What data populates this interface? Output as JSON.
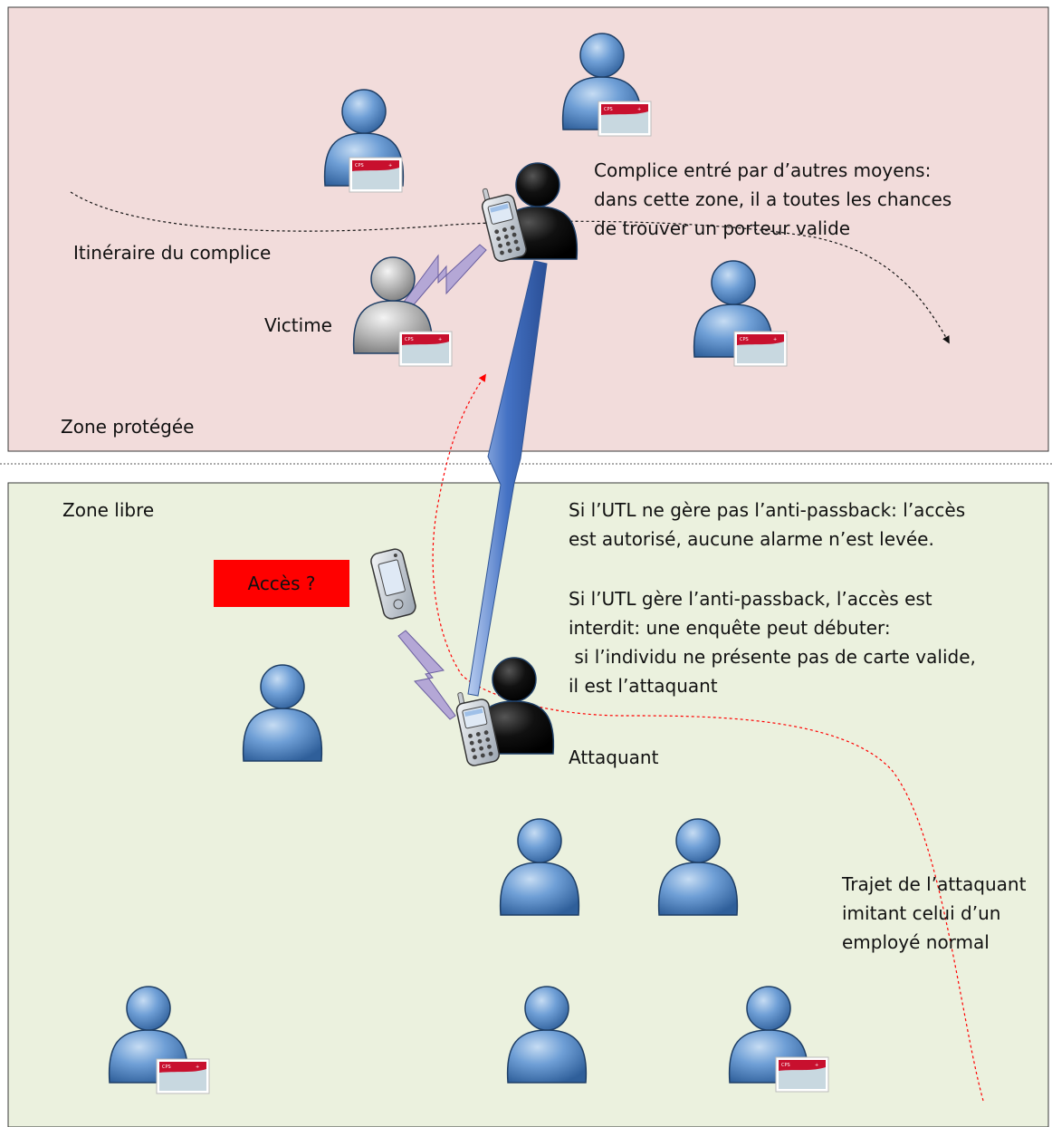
{
  "zones": {
    "protected": {
      "label": "Zone protégée",
      "color": "#f2dcdb"
    },
    "free": {
      "label": "Zone libre",
      "color": "#ebf1de"
    }
  },
  "labels": {
    "accomplice_route": "Itinéraire du complice",
    "victim": "Victime",
    "accomplice_note": [
      "Complice entré par d’autres moyens:",
      "dans cette zone, il a toutes les chances",
      "de trouver un porteur valide"
    ],
    "utl_no_antipassback": [
      "Si l’UTL ne gère pas l’anti-passback: l’accès",
      "est autorisé, aucune alarme n’est levée."
    ],
    "utl_antipassback": [
      "Si l’UTL gère l’anti-passback, l’accès est",
      "interdit: une enquête peut débuter:",
      " si l’individu ne présente pas de carte valide,",
      "il est l’attaquant"
    ],
    "attacker": "Attaquant",
    "attacker_route": [
      "Trajet de l’attaquant",
      "imitant celui d’un",
      "employé normal"
    ],
    "access_box": "Accès ?"
  },
  "badge": {
    "text": "CPS"
  },
  "colors": {
    "person_blue": "#4f81bd",
    "person_gray": "#a6a6a6",
    "person_black": "#111111",
    "relay_link": "#4472c4",
    "attacker_path": "#ff0000",
    "access_box": "#ff0000",
    "badge_band": "#c8102e",
    "badge_body": "#c8d8e0"
  }
}
